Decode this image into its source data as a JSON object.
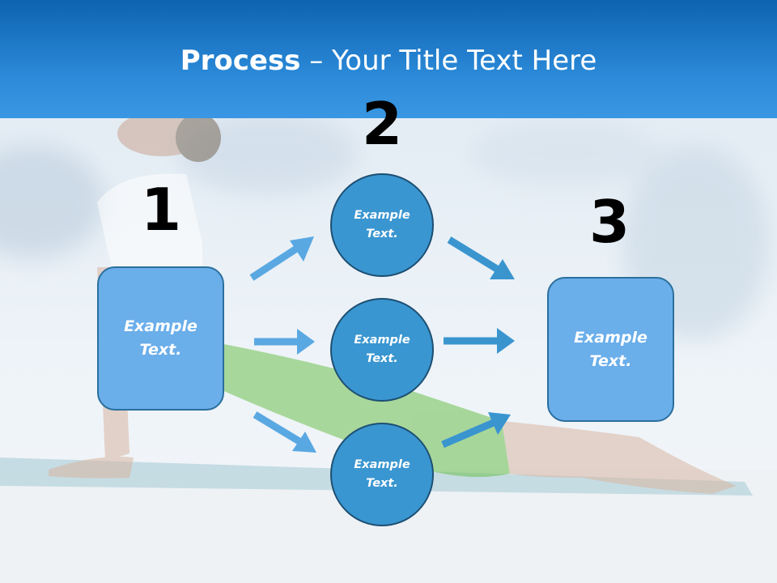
{
  "slide": {
    "title_bold": "Process",
    "title_rest": " – Your Title Text Here"
  },
  "steps": {
    "step1_number": "1",
    "step2_number": "2",
    "step3_number": "3"
  },
  "nodes": {
    "input_box": "Example Text.",
    "circle_top": "Example Text.",
    "circle_middle": "Example Text.",
    "circle_bottom": "Example Text.",
    "output_box": "Example Text."
  },
  "colors": {
    "header": "#1a75c9",
    "box_fill": "#6aaeea",
    "circle_fill": "#3a96d0",
    "arrow_left": "#5aa8e2",
    "arrow_right": "#3a95cf"
  }
}
